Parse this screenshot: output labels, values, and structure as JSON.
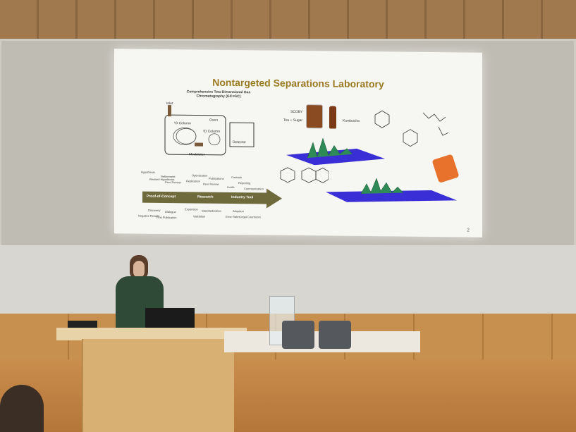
{
  "slide": {
    "title": "Nontargeted Separations Laboratory",
    "page_number": "2",
    "gcxgc_heading": "Comprehensive Two-Dimensional Gas Chromatography (GC×GC)",
    "instrument": {
      "inlet": "Inlet",
      "oven": "Oven",
      "col1": "¹D Column",
      "col2": "²D Column",
      "detector": "Detector",
      "modulator": "Modulator"
    },
    "kombucha": {
      "scoby": "SCOBY",
      "tea_sugar": "Tea + Sugar",
      "kombucha": "Kombucha"
    },
    "arrow_stages": [
      "Proof-of-Concept",
      "Research",
      "Industry Tool"
    ],
    "timeline_top": [
      "Hypothesis",
      "Revised Hypothesis",
      "Refinement",
      "Peer Review",
      "Optimization",
      "Replication",
      "Peer Review",
      "Publications",
      "Controls",
      "Limits",
      "Reporting",
      "Communication"
    ],
    "timeline_bottom": [
      "Negative Results",
      "Discovery",
      "First Publication",
      "Dialogue",
      "Expansion",
      "Validation",
      "Standardization",
      "Error Rates",
      "Adoption",
      "Legal Courtroom"
    ]
  },
  "colors": {
    "title_gold": "#9b7a22",
    "arrow_olive": "#6e6a3c",
    "plot_blue": "#3a2fd6",
    "peak_green": "#2e8b57"
  }
}
